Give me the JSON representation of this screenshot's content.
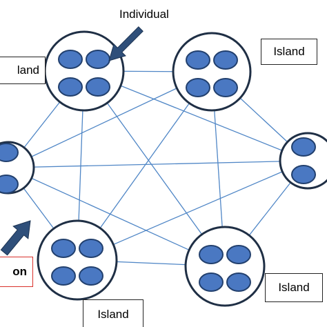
{
  "labels": {
    "individual": "Individual",
    "island_top_left": "land",
    "island_top_right": "Island",
    "island_bottom_left": "Island",
    "island_bottom_right": "Island",
    "migration_fragment": "on"
  },
  "colors": {
    "individual_fill": "#4a78c2",
    "individual_stroke": "#22406e",
    "island_stroke": "#1f2f45",
    "edge_stroke": "#4f86c6",
    "arrow_fill": "#2f4f7a",
    "migration_border": "#d9302a"
  },
  "icons": {
    "pointer": "arrow-icon",
    "migration": "arrow-icon"
  },
  "diagram": {
    "islands": [
      {
        "id": "top-left",
        "individuals": 4
      },
      {
        "id": "top-right",
        "individuals": 4
      },
      {
        "id": "left",
        "individuals": 2
      },
      {
        "id": "right",
        "individuals": 2
      },
      {
        "id": "bottom-left",
        "individuals": 4
      },
      {
        "id": "bottom-right",
        "individuals": 4
      }
    ],
    "fully_connected": true
  }
}
